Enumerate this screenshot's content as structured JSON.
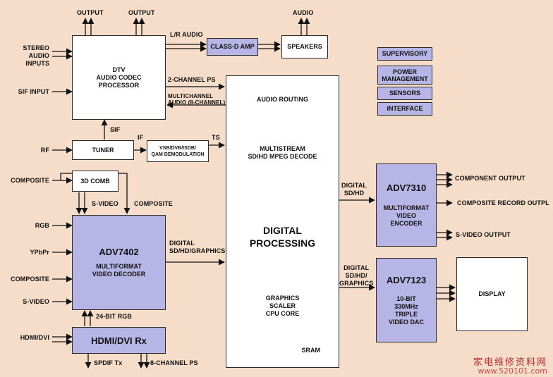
{
  "blocks": {
    "dtv_codec": "DTV\nAUDIO CODEC\nPROCESSOR",
    "class_d": "CLASS-D AMP",
    "speakers": "SPEAKERS",
    "supervisory": "SUPERVISORY",
    "power_mgmt": "POWER\nMANAGEMENT",
    "sensors": "SENSORS",
    "interface": "INTERFACE",
    "tuner": "TUNER",
    "demod": "VSB/DVB/ISDB/\nQAM DEMODULATION",
    "comb": "3D COMB",
    "adv7402_title": "ADV7402",
    "adv7402_desc": "MULTIFORMAT\nVIDEO DECODER",
    "hdmi_rx": "HDMI/DVI Rx",
    "dp_audio_routing": "AUDIO ROUTING",
    "dp_mpeg": "MULTISTREAM\nSD/HD MPEG DECODE",
    "dp_main": "DIGITAL\nPROCESSING",
    "dp_graphics": "GRAPHICS\nSCALER\nCPU CORE",
    "dp_sram": "SRAM",
    "adv7310_title": "ADV7310",
    "adv7310_desc": "MULTIFORMAT\nVIDEO\nENCODER",
    "adv7123_title": "ADV7123",
    "adv7123_desc": "10-BIT\n330MHz\nTRIPLE\nVIDEO DAC",
    "display": "DISPLAY"
  },
  "labels": {
    "output1": "OUTPUT",
    "output2": "OUTPUT",
    "audio": "AUDIO",
    "lr_audio": "L/R AUDIO",
    "stereo_inputs": "STEREO\nAUDIO\nINPUTS",
    "sif_input": "SIF INPUT",
    "two_ch_ps": "2-CHANNEL PS",
    "multichannel": "MULTICHANNEL\nAUDIO (8-CHANNEL)",
    "sif": "SIF",
    "if": "IF",
    "ts": "TS",
    "rf": "RF",
    "composite_in": "COMPOSITE",
    "svideo_mid": "S-VIDEO",
    "composite_mid": "COMPOSITE",
    "rgb": "RGB",
    "ypbpr": "YPbPr",
    "composite2": "COMPOSITE",
    "svideo_in": "S-VIDEO",
    "digital_sd_hd_graphics_1": "DIGITAL\nSD/HD/GRAPHICS",
    "bit24_rgb": "24-BIT RGB",
    "hdmi_in": "HDMI/DVI",
    "spdif_tx": "SPDIF Tx",
    "eight_ch_ps": "8-CHANNEL PS",
    "digital_sd_hd": "DIGITAL\nSD/HD",
    "digital_sd_hd_graphics_2": "DIGITAL\nSD/HD/\nGRAPHICS",
    "component_output": "COMPONENT OUTPUT",
    "composite_record": "COMPOSITE RECORD OUTPL",
    "svideo_output": "S-VIDEO OUTPUT"
  },
  "watermark": {
    "cn": "家电维修资料网",
    "url": "www.520101.com"
  },
  "colors": {
    "background": "#f5ddc9",
    "chip_blue": "#b7b4e6",
    "box_white": "#ffffff"
  }
}
